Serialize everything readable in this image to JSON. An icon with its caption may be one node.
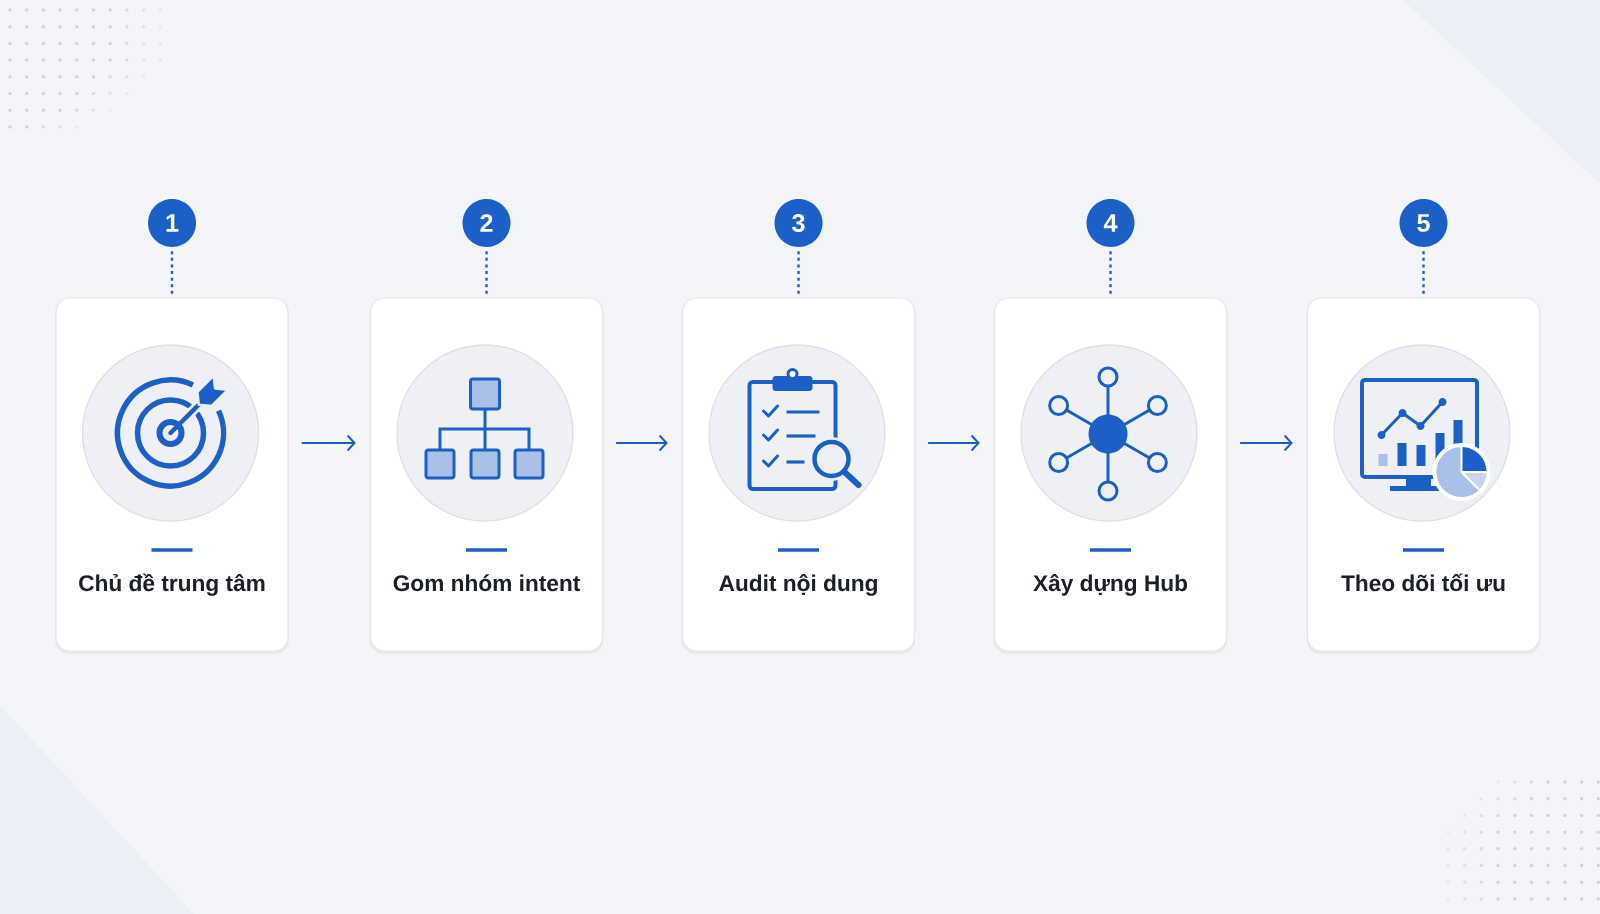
{
  "diagram": {
    "nodes": [
      {
        "text": [
          "1"
        ]
      },
      {
        "text": [
          "2"
        ]
      },
      {
        "text": [
          "3"
        ]
      },
      {
        "text": [
          "4"
        ]
      },
      {
        "text": [
          "5"
        ]
      },
      {
        "text": [
          "Chủ đề trung tâm"
        ]
      },
      {
        "text": [
          "Gom nhóm intent"
        ]
      },
      {
        "text": [
          "Audit nội dung"
        ]
      },
      {
        "text": [
          "Xây dựng Hub"
        ]
      },
      {
        "text": [
          "Theo dõi tối ưu"
        ]
      }
    ],
    "edges": [
      {
        "from": 0,
        "to": 5,
        "arrow": "none",
        "style": "dashed"
      },
      {
        "from": 1,
        "to": 6,
        "arrow": "none",
        "style": "dashed"
      },
      {
        "from": 2,
        "to": 7,
        "arrow": "none",
        "style": "dashed"
      },
      {
        "from": 3,
        "to": 8,
        "arrow": "none",
        "style": "dashed"
      },
      {
        "from": 4,
        "to": 9,
        "arrow": "none",
        "style": "dashed"
      },
      {
        "from": 5,
        "to": 6,
        "arrow": "to"
      },
      {
        "from": 6,
        "to": 7,
        "arrow": "to"
      },
      {
        "from": 7,
        "to": 8,
        "arrow": "to"
      },
      {
        "from": 8,
        "to": 9,
        "arrow": "to"
      }
    ]
  }
}
